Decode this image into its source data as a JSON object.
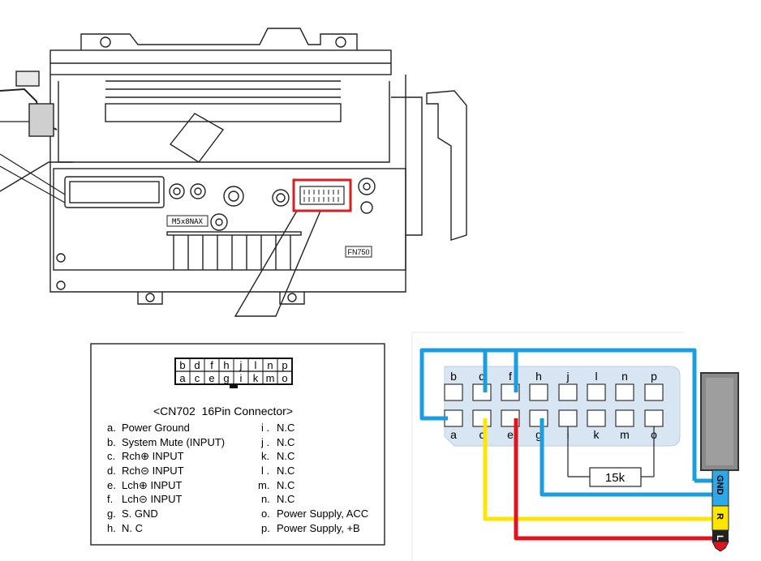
{
  "device": {
    "part_label": "M5x8NAX",
    "code_label": "FN750"
  },
  "pinout_card": {
    "top_row_pins": [
      "b",
      "d",
      "f",
      "h",
      "j",
      "l",
      "n",
      "p"
    ],
    "bottom_row_pins": [
      "a",
      "c",
      "e",
      "g",
      "i",
      "k",
      "m",
      "o"
    ],
    "title": "<CN702  16Pin Connector>",
    "left_column": [
      {
        "letter": "a.",
        "text": "Power Ground"
      },
      {
        "letter": "b.",
        "text": "System Mute (INPUT)"
      },
      {
        "letter": "c.",
        "text": "Rch⊕ INPUT"
      },
      {
        "letter": "d.",
        "text": "Rch⊝ INPUT"
      },
      {
        "letter": "e.",
        "text": "Lch⊕ INPUT"
      },
      {
        "letter": "f.",
        "text": "Lch⊝ INPUT"
      },
      {
        "letter": "g.",
        "text": "S. GND"
      },
      {
        "letter": "h.",
        "text": "N. C"
      }
    ],
    "right_column": [
      {
        "letter": "i .",
        "text": "N.C"
      },
      {
        "letter": "j .",
        "text": "N.C"
      },
      {
        "letter": "k.",
        "text": "N.C"
      },
      {
        "letter": "l .",
        "text": "N.C"
      },
      {
        "letter": "m.",
        "text": "N.C"
      },
      {
        "letter": "n.",
        "text": "N.C"
      },
      {
        "letter": "o.",
        "text": "Power Supply, ACC"
      },
      {
        "letter": "p.",
        "text": "Power Supply, +B"
      }
    ]
  },
  "wiring": {
    "top_row_pins": [
      "b",
      "d",
      "f",
      "h",
      "j",
      "l",
      "n",
      "p"
    ],
    "bottom_row_pins": [
      "a",
      "c",
      "e",
      "g",
      "i",
      "k",
      "m",
      "o"
    ],
    "resistor_label": "15k",
    "plug_labels": {
      "gnd": "GND",
      "right": "R",
      "left": "L"
    },
    "colors": {
      "ground_wire": "#1a9ee0",
      "right_wire": "#ffe600",
      "left_wire": "#e0141e",
      "highlight_box": "#d42020",
      "connector_body": "#d8e6f4"
    }
  }
}
